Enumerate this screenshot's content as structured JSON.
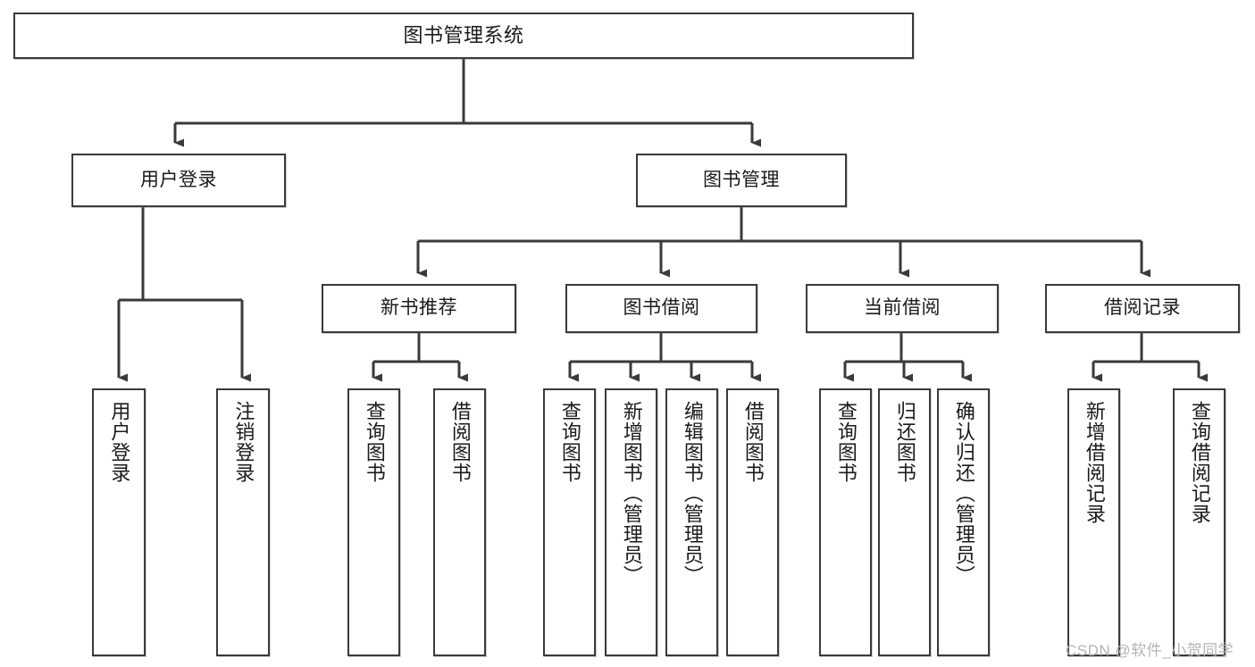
{
  "diagram": {
    "title": "图书管理系统",
    "type": "hierarchy-tree",
    "root": {
      "label": "图书管理系统"
    },
    "level1": [
      {
        "label": "用户登录"
      },
      {
        "label": "图书管理"
      }
    ],
    "level2": [
      {
        "label": "新书推荐"
      },
      {
        "label": "图书借阅"
      },
      {
        "label": "当前借阅"
      },
      {
        "label": "借阅记录"
      }
    ],
    "leaves": {
      "user_login": [
        {
          "label": "用户登录"
        },
        {
          "label": "注销登录"
        }
      ],
      "new_book_recommend": [
        {
          "label": "查询图书"
        },
        {
          "label": "借阅图书"
        }
      ],
      "book_borrow": [
        {
          "label": "查询图书"
        },
        {
          "label": "新增图书（管理员）"
        },
        {
          "label": "编辑图书（管理员）"
        },
        {
          "label": "借阅图书"
        }
      ],
      "current_borrow": [
        {
          "label": "查询图书"
        },
        {
          "label": "归还图书"
        },
        {
          "label": "确认归还（管理员）"
        }
      ],
      "borrow_record": [
        {
          "label": "新增借阅记录"
        },
        {
          "label": "查询借阅记录"
        }
      ]
    }
  },
  "watermark": {
    "text": "CSDN @软件_小贺同学"
  },
  "colors": {
    "background": "#ffffff",
    "box_border": "#3a3a3a",
    "box_fill": "#ffffff",
    "connector": "#3a3a3a",
    "text": "#1a1a1a",
    "watermark": "#b3b3b3"
  }
}
